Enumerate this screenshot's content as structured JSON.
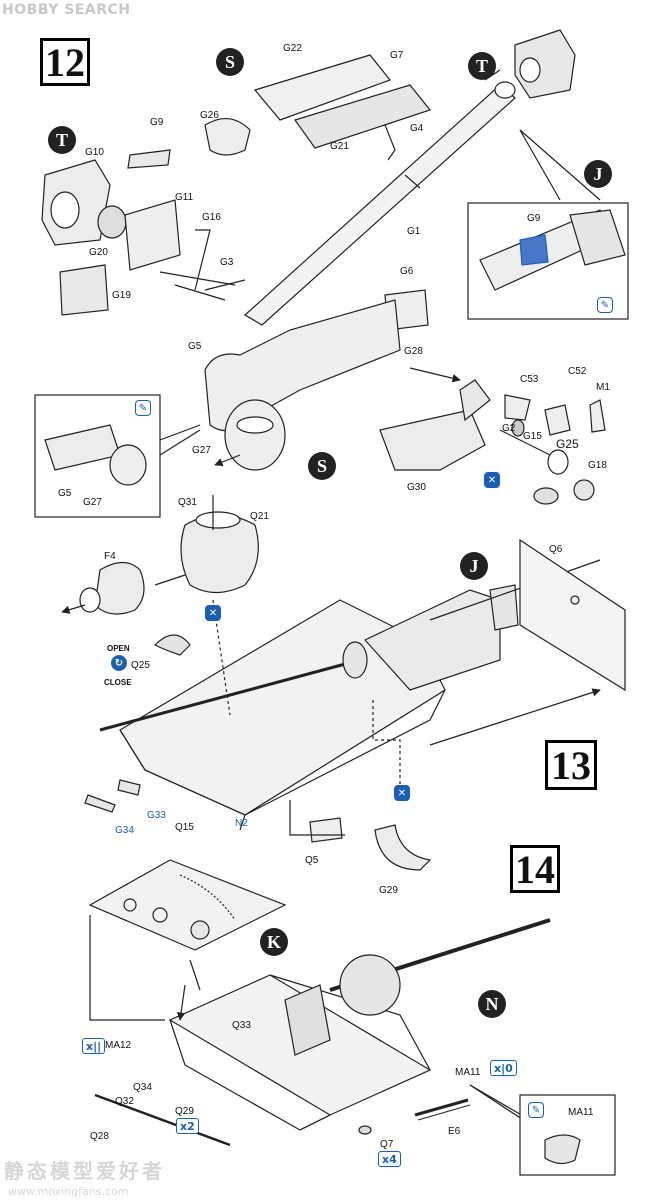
{
  "watermark": {
    "site": "HOBBY SEARCH",
    "bottom": "静态模型爱好者",
    "url": "www.moxingfans.com"
  },
  "steps": {
    "s12": "12",
    "s13": "13",
    "s14": "14"
  },
  "markers": {
    "S": "S",
    "T": "T",
    "J": "J",
    "K": "K",
    "N": "N"
  },
  "parts": {
    "G22": "G22",
    "G7": "G7",
    "G26": "G26",
    "G4": "G4",
    "G21": "G21",
    "G9": "G9",
    "G10": "G10",
    "G11": "G11",
    "G20": "G20",
    "G16": "G16",
    "G3": "G3",
    "G19": "G19",
    "G1": "G1",
    "G6": "G6",
    "G5": "G5",
    "G28": "G28",
    "C53": "C53",
    "C52": "C52",
    "M1": "M1",
    "G2": "G2",
    "G15": "G15",
    "G25": "G25",
    "G27": "G27",
    "G30": "G30",
    "G18": "G18",
    "Q31": "Q31",
    "Q21": "Q21",
    "F4": "F4",
    "Q6": "Q6",
    "Q25": "Q25",
    "G33": "G33",
    "G34": "G34",
    "Q15": "Q15",
    "N2": "N2",
    "Q5": "Q5",
    "G29": "G29",
    "MA12": "MA12",
    "Q33": "Q33",
    "MA11": "MA11",
    "Q34": "Q34",
    "Q32": "Q32",
    "Q29": "Q29",
    "Q28": "Q28",
    "Q7": "Q7",
    "E6": "E6"
  },
  "inset_j": {
    "G9": "G9",
    "G5": "G5",
    "G27": "G27"
  },
  "inset_n": {
    "MA11": "MA11"
  },
  "open_close": {
    "open": "OPEN",
    "close": "CLOSE"
  },
  "multipliers": {
    "q29": "x2",
    "q7": "x4"
  }
}
